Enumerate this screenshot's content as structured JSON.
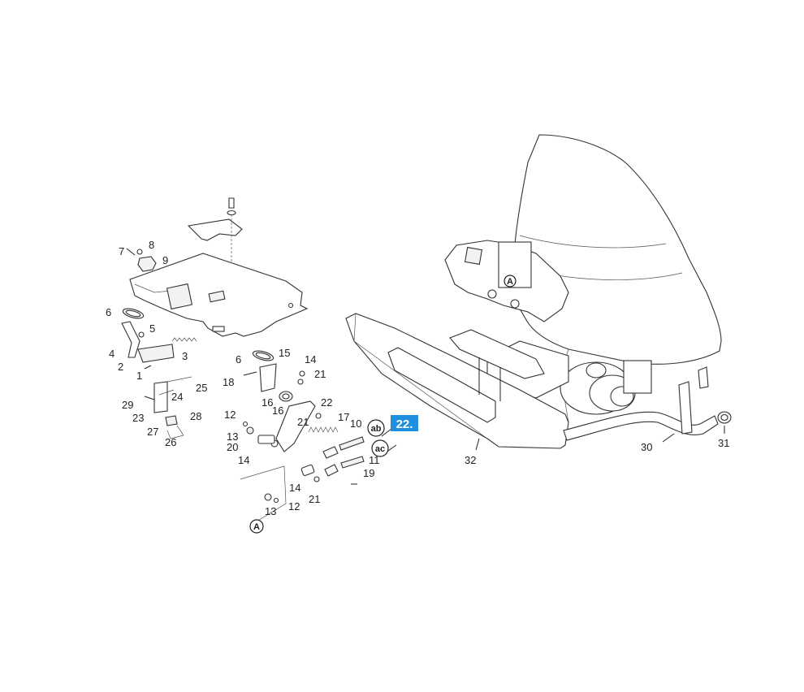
{
  "diagram": {
    "highlight": {
      "label": "22.",
      "color": "#1f8fe0"
    },
    "ring_markers": {
      "a1": "A",
      "a2": "A",
      "ab": "ab",
      "ac": "ac"
    },
    "labels": {
      "n7": "7",
      "n8": "8",
      "n9": "9",
      "n6a": "6",
      "n5": "5",
      "n4": "4",
      "n3": "3",
      "n2": "2",
      "n1": "1",
      "n6b": "6",
      "n15": "15",
      "n14a": "14",
      "n21a": "21",
      "n18": "18",
      "n16a": "16",
      "n16b": "16",
      "n22": "22",
      "n21b": "21",
      "n17": "17",
      "n10": "10",
      "n29": "29",
      "n24": "24",
      "n25": "25",
      "n23": "23",
      "n28": "28",
      "n27": "27",
      "n26": "26",
      "n12a": "12",
      "n13a": "13",
      "n20": "20",
      "n14b": "14",
      "n11": "11",
      "n19": "19",
      "n14c": "14",
      "n21c": "21",
      "n13b": "13",
      "n12b": "12",
      "n32": "32",
      "n30": "30",
      "n31": "31"
    }
  }
}
